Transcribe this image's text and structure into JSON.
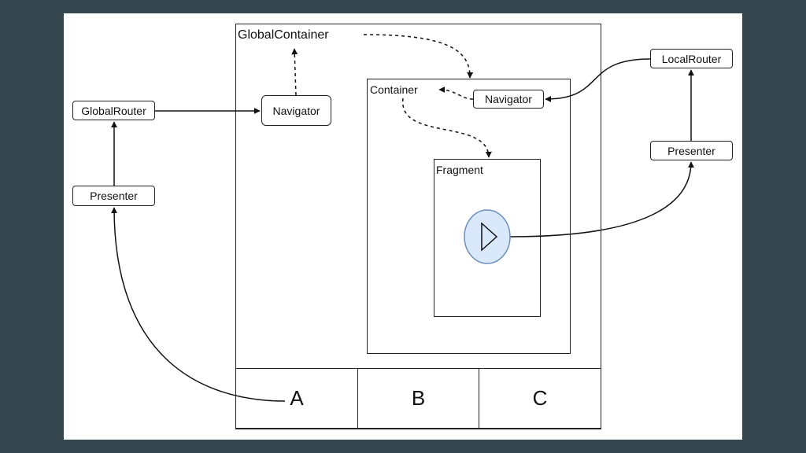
{
  "diagram": {
    "global_container": {
      "label": "GlobalContainer"
    },
    "global_navigator": {
      "label": "Navigator"
    },
    "global_router": {
      "label": "GlobalRouter"
    },
    "global_presenter": {
      "label": "Presenter"
    },
    "container": {
      "label": "Container"
    },
    "local_navigator": {
      "label": "Navigator"
    },
    "local_router": {
      "label": "LocalRouter"
    },
    "local_presenter": {
      "label": "Presenter"
    },
    "fragment": {
      "label": "Fragment"
    },
    "tabs": [
      {
        "label": "A"
      },
      {
        "label": "B"
      },
      {
        "label": "C"
      }
    ],
    "colors": {
      "background": "#37474f",
      "canvas": "#ffffff",
      "stroke": "#222222",
      "play_fill": "#dae8fc",
      "play_stroke": "#6c8ebf"
    },
    "icons": [
      "play-icon"
    ]
  }
}
